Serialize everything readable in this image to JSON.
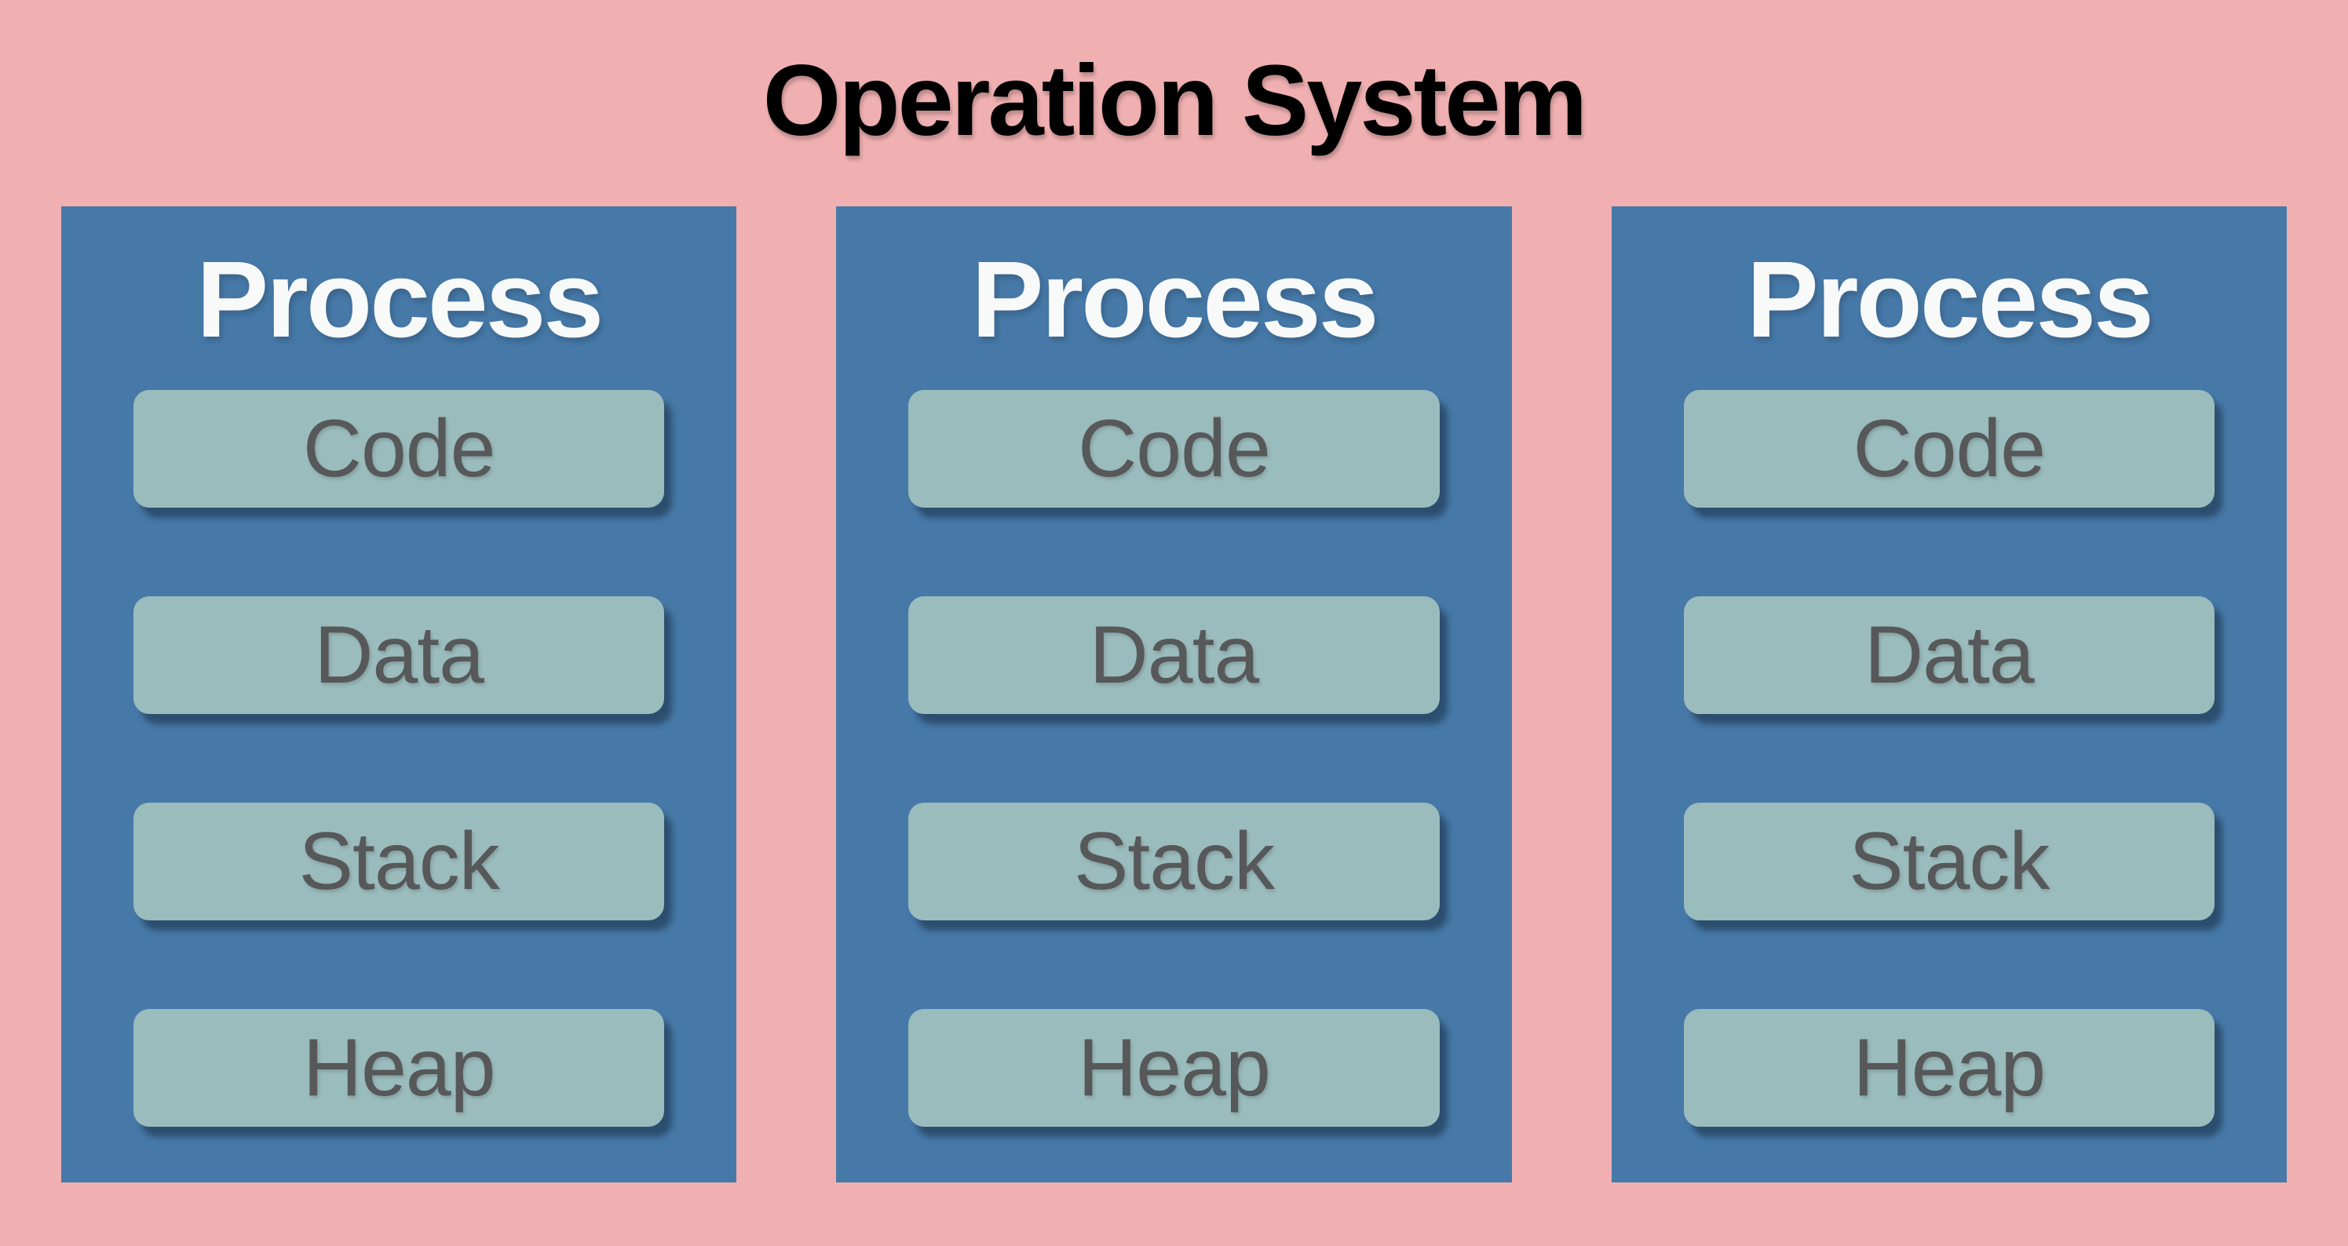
{
  "diagram": {
    "title": "Operation System",
    "colors": {
      "background": "#F0B0B1",
      "panel": "#4679A8",
      "block": "#9BBCBD",
      "block_text": "#57585A",
      "panel_title_text": "#F8F9F9",
      "title_text": "#000000"
    },
    "processes": [
      {
        "title": "Process",
        "blocks": [
          "Code",
          "Data",
          "Stack",
          "Heap"
        ]
      },
      {
        "title": "Process",
        "blocks": [
          "Code",
          "Data",
          "Stack",
          "Heap"
        ]
      },
      {
        "title": "Process",
        "blocks": [
          "Code",
          "Data",
          "Stack",
          "Heap"
        ]
      }
    ]
  }
}
